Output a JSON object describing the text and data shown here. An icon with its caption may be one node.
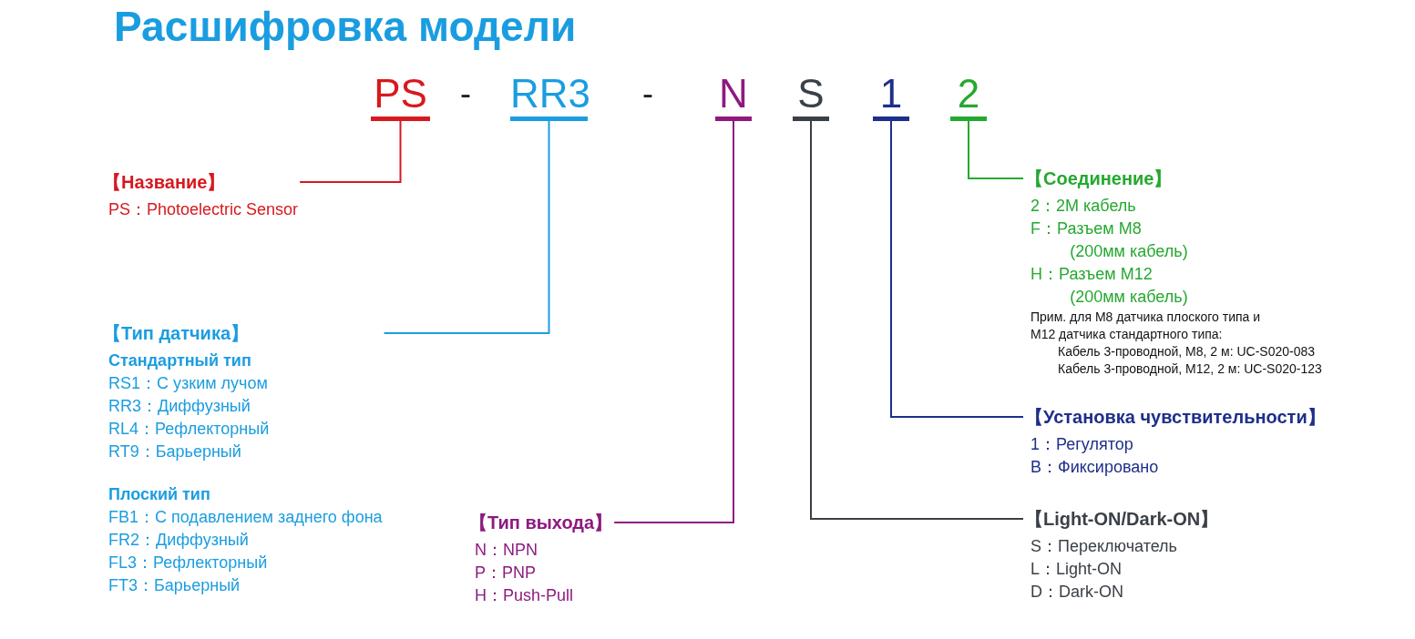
{
  "diagram": {
    "title": "Расшифровка модели",
    "nodes": [
      {
        "text": [
          "PS"
        ]
      },
      {
        "text": [
          "RR3"
        ]
      },
      {
        "text": [
          "N"
        ]
      },
      {
        "text": [
          "S"
        ]
      },
      {
        "text": [
          "1"
        ]
      },
      {
        "text": [
          "2"
        ]
      },
      {
        "text": [
          "【Название】",
          "PS：Photoelectric Sensor"
        ]
      },
      {
        "text": [
          "【Тип датчика】",
          "Стандартный тип",
          "RS1：С узким лучом",
          "RR3：Диффузный",
          "RL4：Рефлекторный",
          "RT9：Барьерный",
          "Плоский тип",
          "FB1：С подавлением заднего фона",
          "FR2：Диффузный",
          "FL3：Рефлекторный",
          "FT3：Барьерный"
        ]
      },
      {
        "text": [
          "【Тип выхода】",
          "N：NPN",
          "P：PNP",
          "H：Push-Pull"
        ]
      },
      {
        "text": [
          "【Light-ON/Dark-ON】",
          "S：Переключатель",
          "L：Light-ON",
          "D：Dark-ON"
        ]
      },
      {
        "text": [
          "【Установка чувствительности】",
          "1：Регулятор",
          "B：Фиксировано"
        ]
      },
      {
        "text": [
          "【Соединение】",
          "2：2M кабель",
          "F：Разъем M8 (200мм кабель)",
          "H：Разъем M12 (200мм кабель)",
          "Прим. для M8 датчика плоского типа и M12 датчика стандартного типа:",
          "Кабель 3-проводной, M8, 2 м: UC-S020-083",
          "Кабель 3-проводной, M12, 2 м: UC-S020-123"
        ]
      }
    ],
    "edges": [
      {
        "from": 0,
        "to": 6,
        "arrow": "none",
        "color": "#d7191f"
      },
      {
        "from": 1,
        "to": 7,
        "arrow": "none",
        "color": "#1a9de0"
      },
      {
        "from": 2,
        "to": 8,
        "arrow": "none",
        "color": "#8e1a80"
      },
      {
        "from": 3,
        "to": 9,
        "arrow": "none",
        "color": "#3a4047"
      },
      {
        "from": 4,
        "to": 10,
        "arrow": "none",
        "color": "#1d2f8a"
      },
      {
        "from": 5,
        "to": 11,
        "arrow": "none",
        "color": "#26a830"
      }
    ],
    "labels": [
      "-",
      "-"
    ]
  }
}
